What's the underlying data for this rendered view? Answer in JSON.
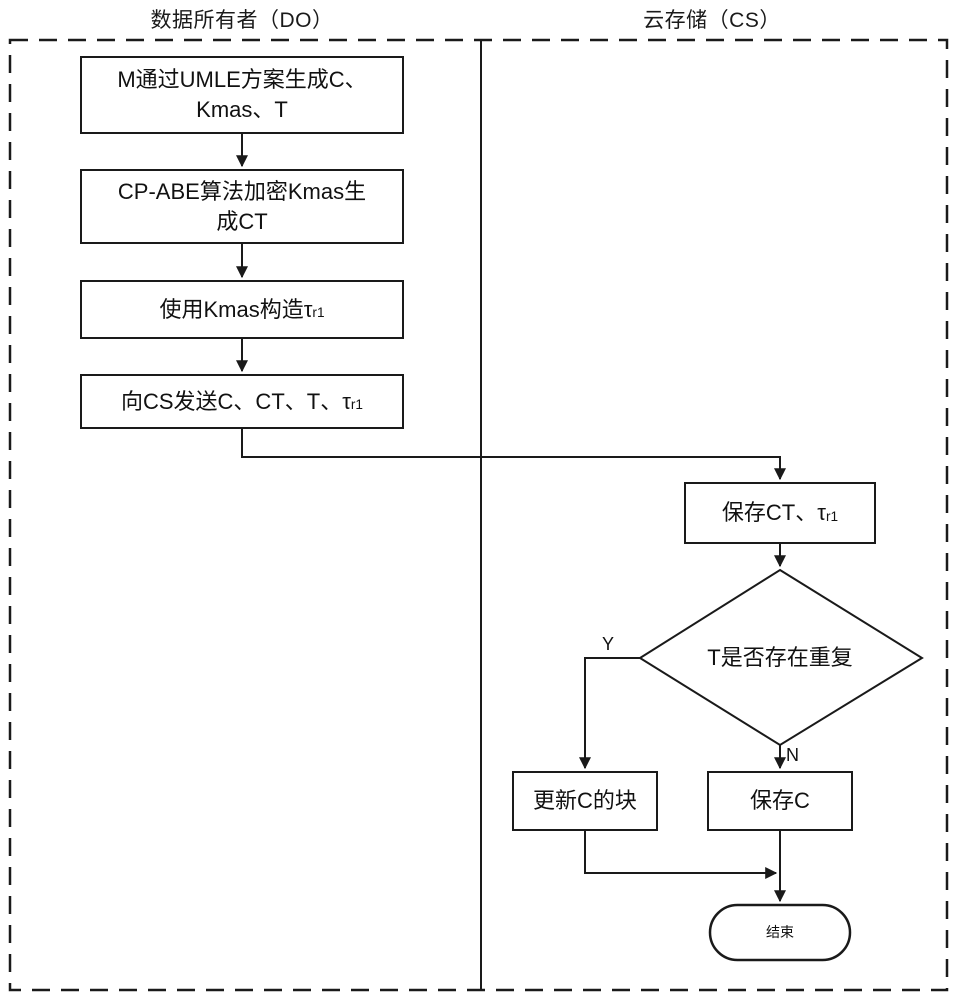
{
  "diagram": {
    "title_do": "数据所有者（DO）",
    "title_cs": "云存储（CS）",
    "lanes": [
      {
        "id": "do",
        "label": "数据所有者（DO）"
      },
      {
        "id": "cs",
        "label": "云存储（CS）"
      }
    ],
    "nodes": [
      {
        "id": "n1",
        "lane": "do",
        "shape": "process",
        "text": "M通过UMLE方案生成C、\nKmas、T"
      },
      {
        "id": "n2",
        "lane": "do",
        "shape": "process",
        "text": "CP-ABE算法加密Kmas生\n成CT"
      },
      {
        "id": "n3",
        "lane": "do",
        "shape": "process",
        "text": "使用Kmas构造τr1",
        "text_main": "使用Kmas构造τ",
        "text_sub": "r1"
      },
      {
        "id": "n4",
        "lane": "do",
        "shape": "process",
        "text": "向CS发送C、CT、T、τr1",
        "text_main": "向CS发送C、CT、T、τ",
        "text_sub": "r1"
      },
      {
        "id": "n5",
        "lane": "cs",
        "shape": "process",
        "text": "保存CT、τr1",
        "text_main": "保存CT、τ",
        "text_sub": "r1"
      },
      {
        "id": "n6",
        "lane": "cs",
        "shape": "decision",
        "text": "T是否存在重复"
      },
      {
        "id": "n7",
        "lane": "cs",
        "shape": "process",
        "text": "更新C的块"
      },
      {
        "id": "n8",
        "lane": "cs",
        "shape": "process",
        "text": "保存C"
      },
      {
        "id": "n9",
        "lane": "cs",
        "shape": "terminator",
        "text": "结束"
      }
    ],
    "edge_labels": {
      "yes": "Y",
      "no": "N"
    },
    "colors": {
      "stroke": "#1a1a1a",
      "background": "#ffffff",
      "dashed_border": "#1a1a1a"
    }
  }
}
